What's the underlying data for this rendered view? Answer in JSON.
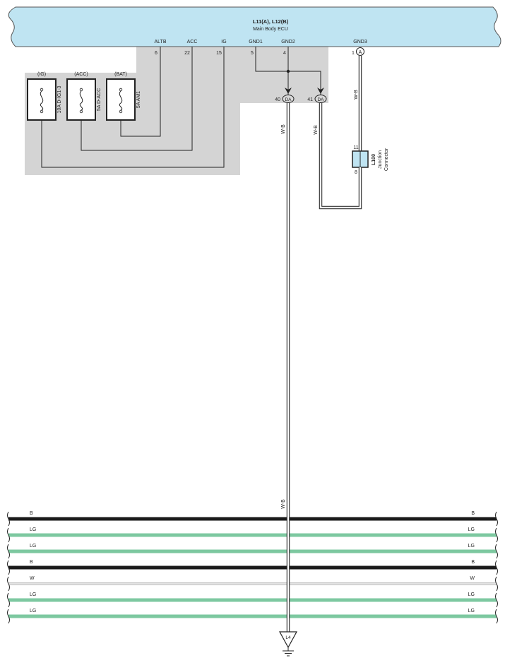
{
  "ecu": {
    "title": "L11(A), L12(B)",
    "subtitle": "Main Body ECU",
    "pins": [
      {
        "name": "ALTB",
        "num": "6"
      },
      {
        "name": "ACC",
        "num": "22"
      },
      {
        "name": "IG",
        "num": "15"
      },
      {
        "name": "GND1",
        "num": "5"
      },
      {
        "name": "GND2",
        "num": "4"
      },
      {
        "name": "GND3",
        "num": "1"
      }
    ],
    "gnd3_connector": "A"
  },
  "fuses": [
    {
      "header": "(IG)",
      "label": "10A D-IG1-3"
    },
    {
      "header": "(ACC)",
      "label": "5A D-ACC"
    },
    {
      "header": "(BAT)",
      "label": "5A AM1"
    }
  ],
  "splices": [
    {
      "pin": "40",
      "code": "DA"
    },
    {
      "pin": "41",
      "code": "DA"
    }
  ],
  "wire_labels": {
    "gnd_main_top": "W-B",
    "gnd_main_bottom": "W-B",
    "gnd_second": "W-B",
    "gnd3": "W-B"
  },
  "junction": {
    "id": "L100",
    "name_line1": "Junction",
    "name_line2": "Connector",
    "pin_top": "11",
    "pin_bottom": "8"
  },
  "ground_point": "L4",
  "bus_wires": [
    {
      "left": "B",
      "right": "B",
      "color": "#1a1a1a"
    },
    {
      "left": "LG",
      "right": "LG",
      "color": "#7dc8a0"
    },
    {
      "left": "LG",
      "right": "LG",
      "color": "#7dc8a0"
    },
    {
      "left": "B",
      "right": "B",
      "color": "#1a1a1a"
    },
    {
      "left": "W",
      "right": "W",
      "color": "#e8e8e8"
    },
    {
      "left": "LG",
      "right": "LG",
      "color": "#7dc8a0"
    },
    {
      "left": "LG",
      "right": "LG",
      "color": "#7dc8a0"
    }
  ],
  "colors": {
    "ecu_fill": "#bfe4f2",
    "shade_fill": "#d4d4d4",
    "junction_fill": "#bfe4f2"
  }
}
